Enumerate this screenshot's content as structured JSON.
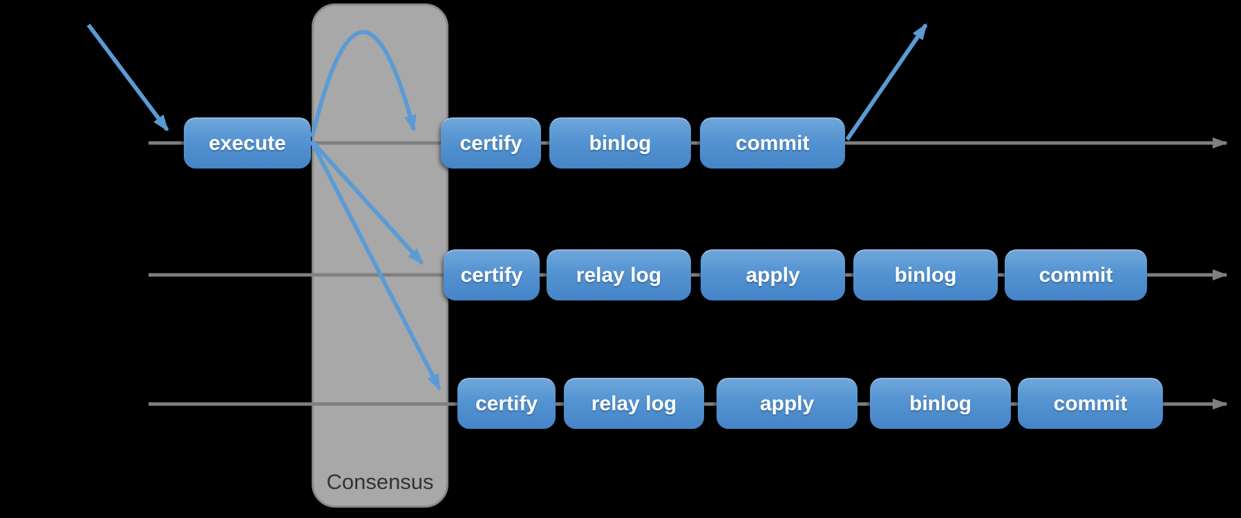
{
  "diagram": {
    "consensus_label": "Consensus",
    "rows": [
      {
        "name": "source-server-timeline",
        "steps": [
          "execute",
          "certify",
          "binlog",
          "commit"
        ]
      },
      {
        "name": "replica-1-timeline",
        "steps": [
          "certify",
          "relay log",
          "apply",
          "binlog",
          "commit"
        ]
      },
      {
        "name": "replica-2-timeline",
        "steps": [
          "certify",
          "relay log",
          "apply",
          "binlog",
          "commit"
        ]
      }
    ],
    "colors": {
      "background": "#000000",
      "box_top": "#6ea6db",
      "box_bottom": "#4584c7",
      "box_text": "#ffffff",
      "arrow_blue": "#5b9bd5",
      "line_gray": "#7f7f7f",
      "pillar_fill": "#a8a8a8",
      "pillar_border": "#878787",
      "pillar_text": "#333333"
    }
  }
}
